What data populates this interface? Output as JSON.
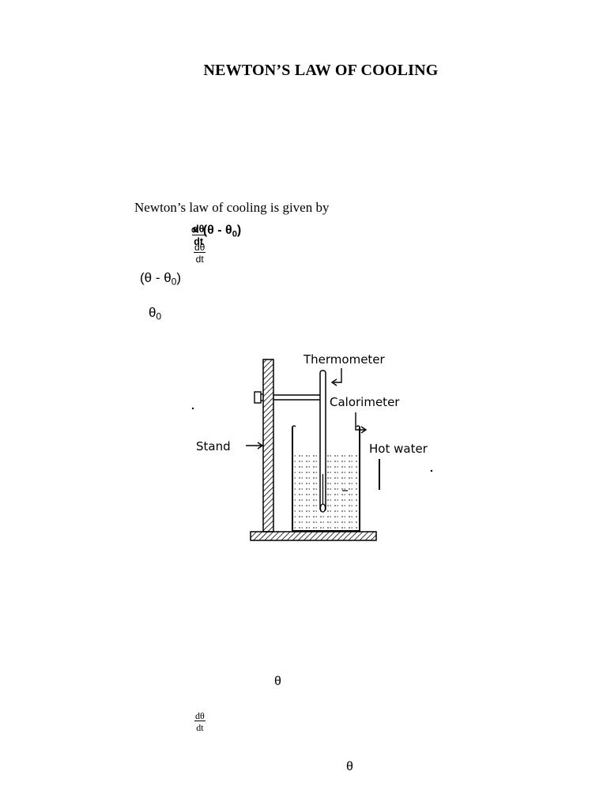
{
  "title": "NEWTON’S LAW OF COOLING",
  "intro_text": "Newton’s law of cooling is given by",
  "formula": {
    "frac_num": "dθ",
    "frac_den": "dt",
    "proportional": "∝ (θ - θ",
    "subscript": "0",
    "close": ")"
  },
  "fraction_small": {
    "num": "dθ",
    "den": "dt"
  },
  "expression": {
    "open": "(θ - θ",
    "subscript": "0",
    "close": ")"
  },
  "theta_zero": {
    "symbol": "θ",
    "subscript": "0"
  },
  "figure": {
    "labels": {
      "thermometer": "Thermometer",
      "calorimeter": "Calorimeter",
      "stand": "Stand",
      "hot_water": "Hot water"
    }
  },
  "theta_lone_1": "θ",
  "fraction_lower": {
    "num": "dθ",
    "den": "dt"
  },
  "theta_lone_2": "θ"
}
